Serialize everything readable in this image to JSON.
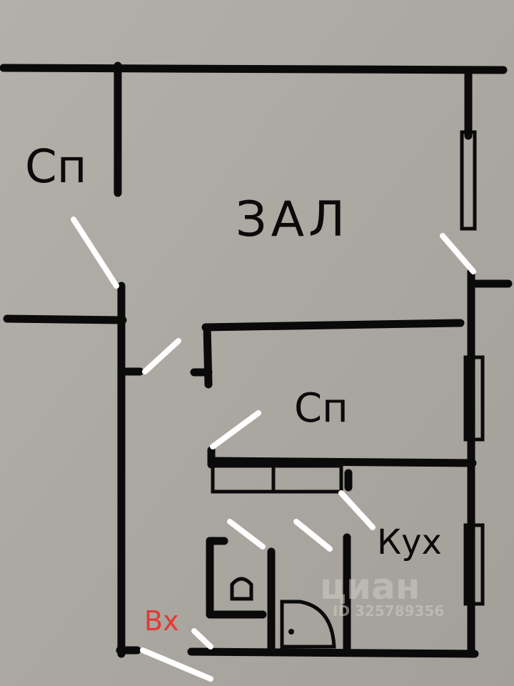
{
  "rooms": {
    "bedroom_1": "Сп",
    "living_room": "ЗАЛ",
    "bedroom_2": "Сп",
    "kitchen": "Кух",
    "entrance": "Вх"
  },
  "watermark": {
    "brand": "циан",
    "id": "ID 325789356"
  },
  "colors": {
    "background": "#a9a59f",
    "walls": "#0a0a0a",
    "doors": "#ffffff",
    "entrance_label": "#e53935"
  }
}
